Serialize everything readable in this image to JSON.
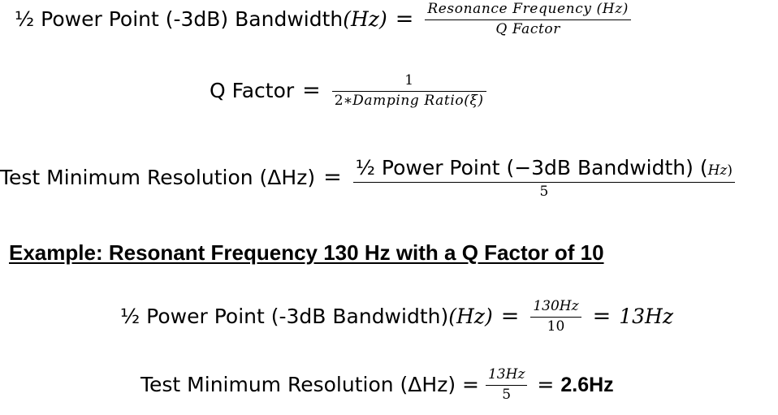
{
  "eq1": {
    "lhs_text": "½ Power Point (-3dB) Bandwidth ",
    "lhs_math": "(Hz)",
    "equals": "=",
    "numerator": "Resonance Frequency (Hz)",
    "denominator": "Q Factor"
  },
  "eq2": {
    "lhs_text": "Q Factor",
    "equals": "=",
    "numerator": "1",
    "denominator_prefix": "2∗",
    "denominator_math": "Damping Ratio(ξ)"
  },
  "eq3": {
    "lhs_text": "Test Minimum Resolution (ΔHz)",
    "equals": "=",
    "numerator_text": "½ Power Point (−3dB Bandwidth) (",
    "numerator_math": "Hz",
    "numerator_close": ")",
    "denominator": "5"
  },
  "example_heading": "Example: Resonant Frequency 130 Hz with a Q Factor of 10",
  "eq4": {
    "lhs_text": "½ Power Point (-3dB Bandwidth) ",
    "lhs_math": "(Hz)",
    "equals": "=",
    "numerator": "130Hz",
    "denominator": "10",
    "equals2": "=",
    "result": "13Hz"
  },
  "eq5": {
    "lhs_text": "Test Minimum Resolution (ΔHz) =",
    "numerator": "13Hz",
    "denominator": "5",
    "equals2": "=",
    "result": "2.6Hz"
  }
}
